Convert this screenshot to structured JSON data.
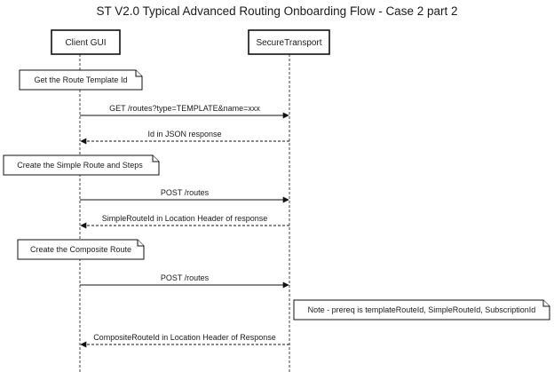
{
  "title": "ST V2.0 Typical Advanced Routing Onboarding Flow - Case 2 part 2",
  "participants": [
    {
      "id": "gui",
      "label": "Client GUI"
    },
    {
      "id": "st",
      "label": "SecureTransport"
    }
  ],
  "notes": {
    "get_template": "Get the Route Template Id",
    "simple_route": "Create the Simple Route and Steps",
    "composite_route": "Create the Composite Route",
    "prereq": "Note - prereq is templateRouteId, SimpleRouteId, SubscriptionId"
  },
  "messages": [
    {
      "label": "GET /routes?type=TEMPLATE&name=xxx",
      "from": "gui",
      "to": "st",
      "style": "solid"
    },
    {
      "label": "Id in JSON response",
      "from": "st",
      "to": "gui",
      "style": "dashed"
    },
    {
      "label": "POST /routes",
      "from": "gui",
      "to": "st",
      "style": "solid"
    },
    {
      "label": "SimpleRouteId in Location Header of response",
      "from": "st",
      "to": "gui",
      "style": "dashed"
    },
    {
      "label": "POST /routes",
      "from": "gui",
      "to": "st",
      "style": "solid"
    },
    {
      "label": "CompositeRouteId in Location Header of Response",
      "from": "st",
      "to": "gui",
      "style": "dashed"
    }
  ]
}
